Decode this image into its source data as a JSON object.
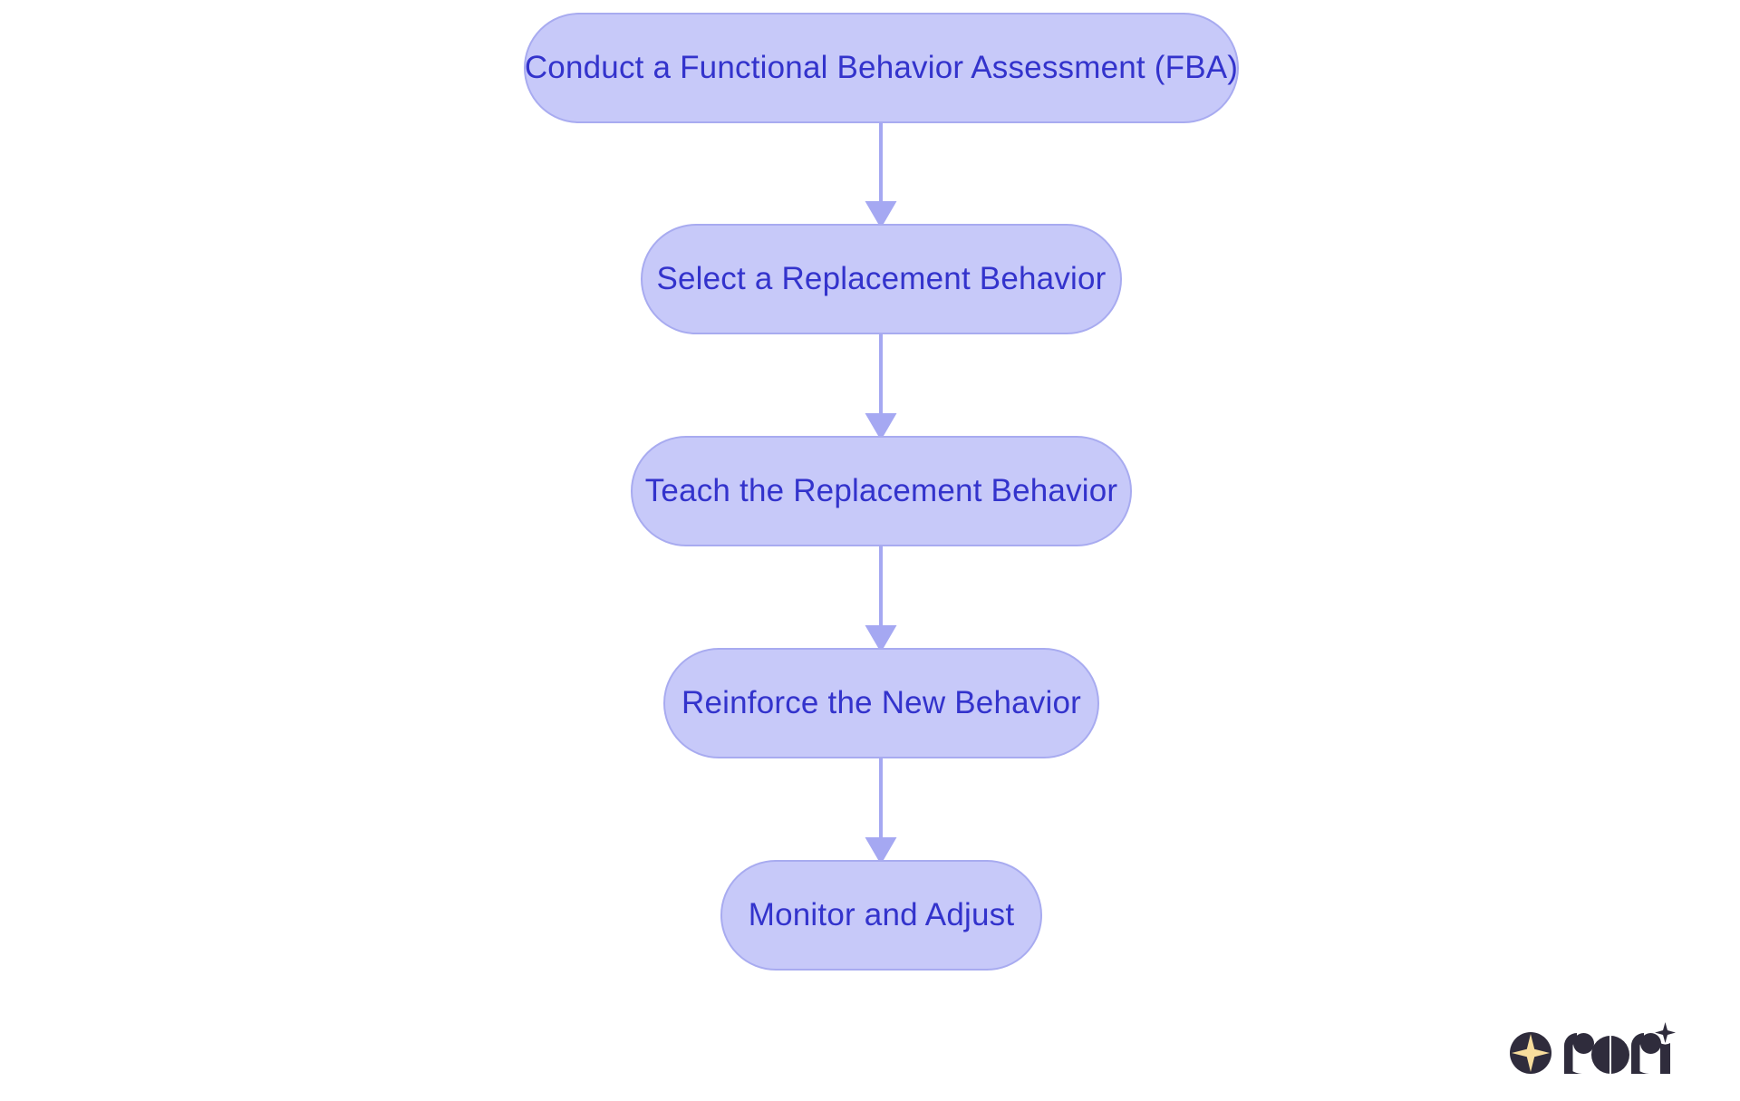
{
  "diagram": {
    "type": "flowchart",
    "orientation": "vertical-top-to-bottom",
    "title": "",
    "background_color": "#ffffff",
    "node_fill_color": "#c7c9f9",
    "node_border_color": "#a8abf0",
    "node_text_color": "#3333cc",
    "connector_color": "#a5a8f2",
    "nodes": [
      {
        "id": "fba",
        "label": "Conduct a Functional Behavior Assessment (FBA)"
      },
      {
        "id": "select",
        "label": "Select a Replacement Behavior"
      },
      {
        "id": "teach",
        "label": "Teach the Replacement Behavior"
      },
      {
        "id": "reinforce",
        "label": "Reinforce the New Behavior"
      },
      {
        "id": "monitor",
        "label": "Monitor and Adjust"
      }
    ],
    "edges": [
      {
        "from": "fba",
        "to": "select",
        "label": ""
      },
      {
        "from": "select",
        "to": "teach",
        "label": ""
      },
      {
        "from": "teach",
        "to": "reinforce",
        "label": ""
      },
      {
        "from": "reinforce",
        "to": "monitor",
        "label": ""
      }
    ]
  },
  "branding": {
    "name": "rori",
    "mark_icon": "four-point-star-icon",
    "mark_background_color": "#2f2c3c",
    "mark_star_color": "#f8dd9c",
    "wordmark_color": "#2f2c3c"
  }
}
